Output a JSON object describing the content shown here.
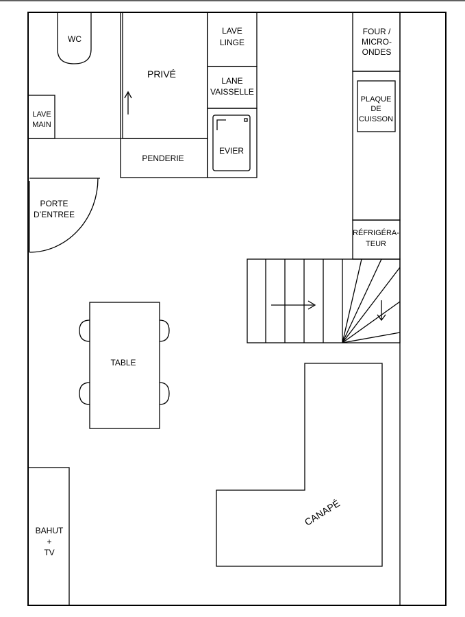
{
  "labels": {
    "wc": "WC",
    "prive": "PRIVÉ",
    "lave_main_1": "LAVE",
    "lave_main_2": "MAIN",
    "penderie": "PENDERIE",
    "lave_linge_1": "LAVE",
    "lave_linge_2": "LINGE",
    "lave_vaisselle_1": "LANE",
    "lave_vaisselle_2": "VAISSELLE",
    "evier": "EVIER",
    "four_1": "FOUR /",
    "four_2": "MICRO-",
    "four_3": "ONDES",
    "plaque_1": "PLAQUE",
    "plaque_2": "DE",
    "plaque_3": "CUISSON",
    "porte_1": "PORTE",
    "porte_2": "D’ENTREE",
    "frigo_1": "RÉFRIGÉRA-",
    "frigo_2": "TEUR",
    "table": "TABLE",
    "bahut_1": "BAHUT",
    "bahut_2": "+",
    "bahut_3": "TV",
    "canape": "CANAPÉ"
  }
}
